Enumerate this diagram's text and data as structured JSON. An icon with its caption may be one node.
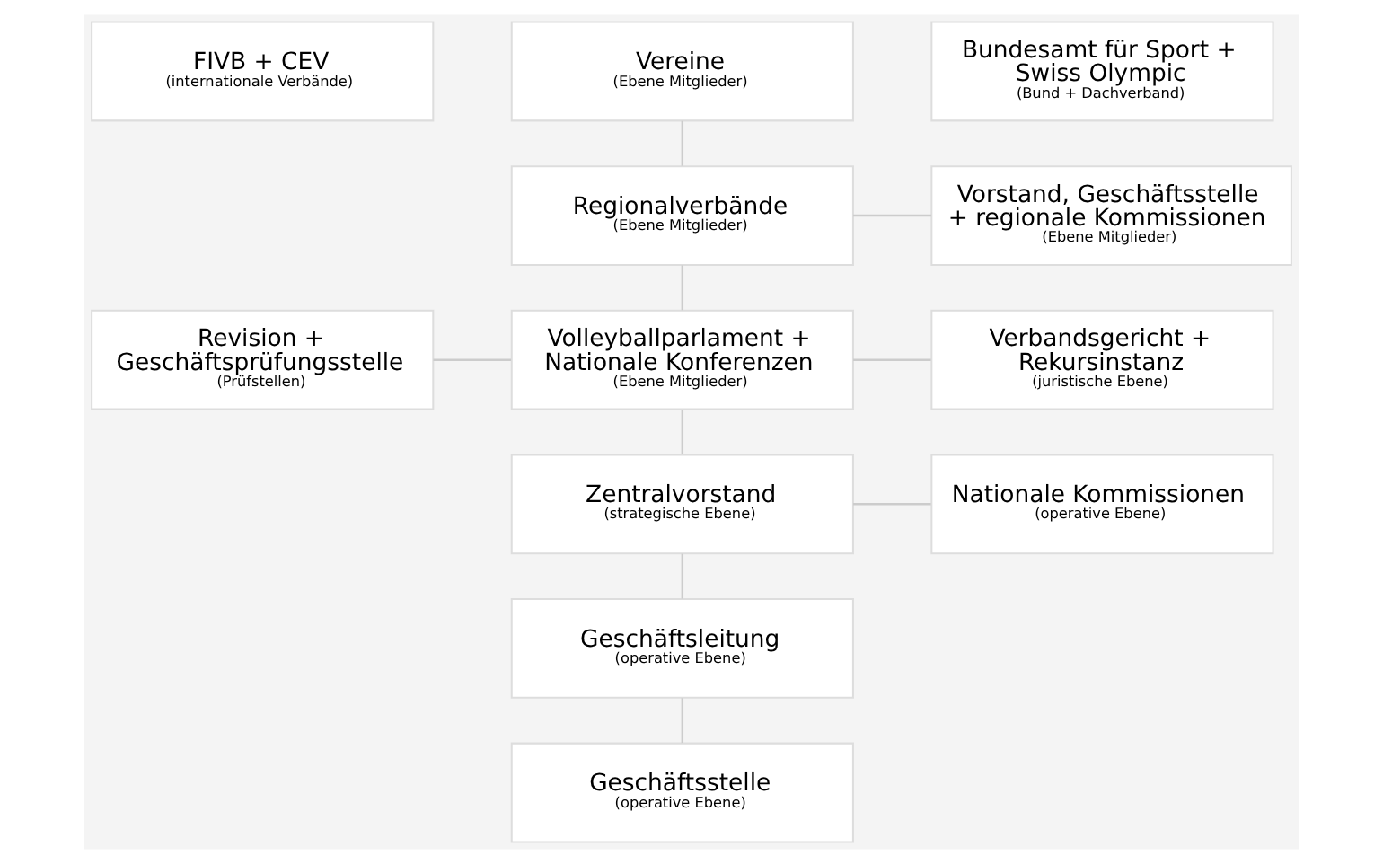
{
  "diagram": {
    "nodes": [
      {
        "text": [
          "FIVB + CEV",
          "(internationale Verbände)"
        ]
      },
      {
        "text": [
          "Bundesamt für Sport + Swiss Olympic",
          "(Bund + Dachverband)"
        ]
      },
      {
        "text": [
          "Vereine",
          "(Ebene Mitglieder)"
        ]
      },
      {
        "text": [
          "Regionalverbände",
          "(Ebene Mitglieder)"
        ]
      },
      {
        "text": [
          "Vorstand, Geschäftsstelle + regionale Kommissionen",
          "(Ebene Mitglieder)"
        ]
      },
      {
        "text": [
          "Revision + Geschäftsprüfungsstelle",
          "(Prüfstellen)"
        ]
      },
      {
        "text": [
          "Volleyballparlament + Nationale Konferenzen",
          "(Ebene Mitglieder)"
        ]
      },
      {
        "text": [
          "Verbandsgericht + Rekursinstanz",
          "(juristische Ebene)"
        ]
      },
      {
        "text": [
          "Zentralvorstand",
          "(strategische Ebene)"
        ]
      },
      {
        "text": [
          "Nationale Kommissionen",
          "(operative Ebene)"
        ]
      },
      {
        "text": [
          "Geschäftsleitung",
          "(operative Ebene)"
        ]
      },
      {
        "text": [
          "Geschäftsstelle",
          "(operative Ebene)"
        ]
      }
    ],
    "edges": [
      {
        "from": 2,
        "to": 3,
        "arrow": "none"
      },
      {
        "from": 3,
        "to": 4,
        "arrow": "none"
      },
      {
        "from": 3,
        "to": 6,
        "arrow": "none"
      },
      {
        "from": 5,
        "to": 6,
        "arrow": "none"
      },
      {
        "from": 6,
        "to": 7,
        "arrow": "none"
      },
      {
        "from": 6,
        "to": 8,
        "arrow": "none"
      },
      {
        "from": 8,
        "to": 9,
        "arrow": "none"
      },
      {
        "from": 8,
        "to": 10,
        "arrow": "none"
      },
      {
        "from": 10,
        "to": 11,
        "arrow": "none"
      }
    ]
  }
}
